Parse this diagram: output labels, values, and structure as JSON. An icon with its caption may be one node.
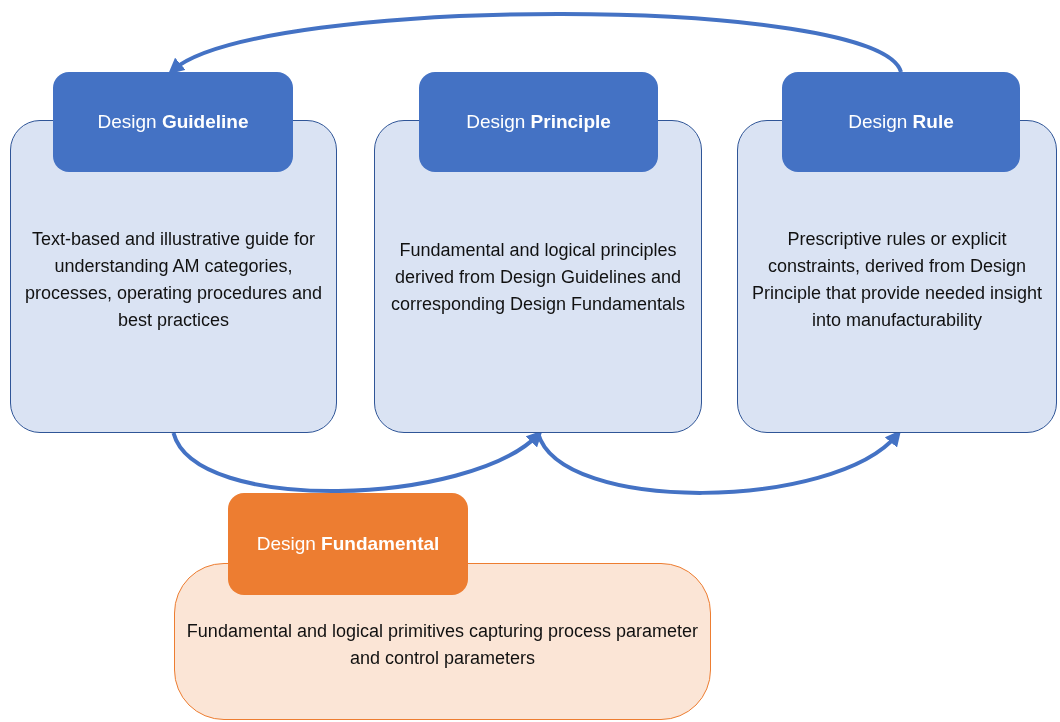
{
  "diagram": {
    "nodes": [
      {
        "text": [
          "Design **Guideline**",
          "Text-based and illustrative guide for understanding AM categories, processes, operating procedures and best practices"
        ]
      },
      {
        "text": [
          "Design **Principle**",
          "Fundamental and logical principles derived from Design Guidelines and corresponding Design Fundamentals"
        ]
      },
      {
        "text": [
          "Design **Rule**",
          "Prescriptive rules or explicit constraints, derived from Design Principle that provide needed insight into manufacturability"
        ]
      },
      {
        "text": [
          "Design **Fundamental**",
          "Fundamental and logical primitives capturing process parameter and control parameters"
        ]
      }
    ],
    "edges": [
      {
        "from": 2,
        "to": 0,
        "arrow": "to"
      },
      {
        "from": 0,
        "to": 1,
        "arrow": "to"
      },
      {
        "from": 1,
        "to": 2,
        "arrow": "to"
      }
    ]
  }
}
